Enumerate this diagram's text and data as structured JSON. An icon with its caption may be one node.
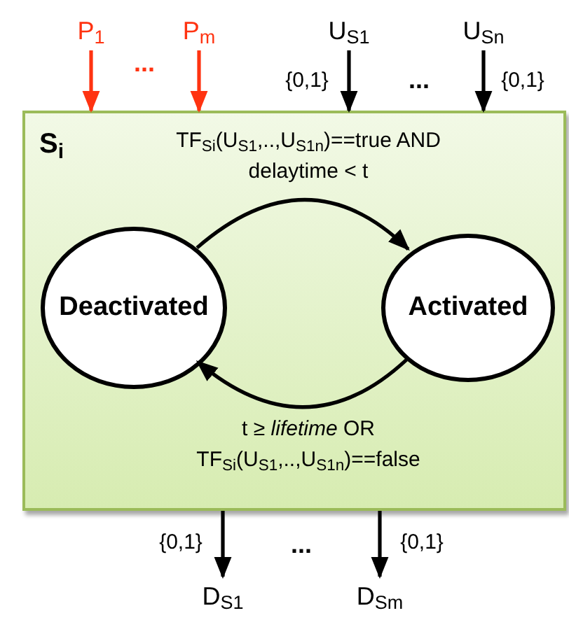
{
  "diagram": {
    "nodes": [
      {
        "text": [
          "P$_{1}$"
        ]
      },
      {
        "text": [
          "P$_{m}$"
        ]
      },
      {
        "text": [
          "U$_{S1}$"
        ]
      },
      {
        "text": [
          "U$_{Sn}$"
        ]
      },
      {
        "text": [
          "S$_{i}$"
        ]
      },
      {
        "text": [
          "Deactivated"
        ],
        "in": 4
      },
      {
        "text": [
          "Activated"
        ],
        "in": 4
      },
      {
        "text": [
          "D$_{S1}$"
        ]
      },
      {
        "text": [
          "D$_{Sm}$"
        ]
      }
    ],
    "edges": [
      {
        "from": 0,
        "to": 4,
        "arrow": "to",
        "color": "#ff3311"
      },
      {
        "from": 1,
        "to": 4,
        "arrow": "to",
        "color": "#ff3311"
      },
      {
        "from": 2,
        "to": 4,
        "arrow": "to",
        "label": "{0,1}"
      },
      {
        "from": 3,
        "to": 4,
        "arrow": "to",
        "label": "{0,1}"
      },
      {
        "from": 5,
        "to": 6,
        "arrow": "to",
        "label": "TF$_{Si}$(U$_{S1}$,..,U$_{S1n}$)==true AND delaytime < t"
      },
      {
        "from": 6,
        "to": 5,
        "arrow": "to",
        "label": "t ≥ *lifetime* OR TF$_{Si}$(U$_{S1}$,..,U$_{S1n}$)==false"
      },
      {
        "from": 4,
        "to": 7,
        "arrow": "to",
        "label": "{0,1}"
      },
      {
        "from": 4,
        "to": 8,
        "arrow": "to",
        "label": "{0,1}"
      }
    ],
    "labels": [
      "...",
      "...",
      "..."
    ]
  }
}
